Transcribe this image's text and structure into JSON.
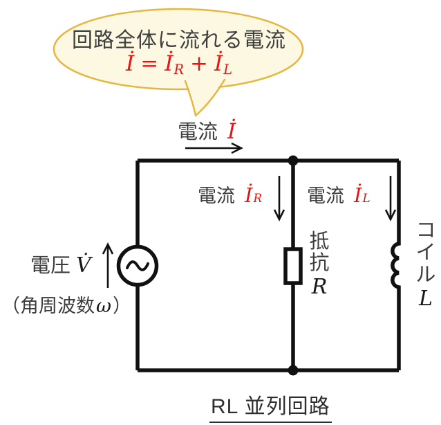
{
  "bubble": {
    "line1": "回路全体に流れる電流",
    "formula": {
      "term0": "İ",
      "eq": "=",
      "term1": "İ",
      "term1_sub": "R",
      "plus": "+",
      "term2": "İ",
      "term2_sub": "L"
    }
  },
  "labels": {
    "current_main": {
      "text": "電流",
      "symbol": "İ"
    },
    "current_r": {
      "text": "電流",
      "symbol": "İ",
      "sub": "R"
    },
    "current_l": {
      "text": "電流",
      "symbol": "İ",
      "sub": "L"
    },
    "voltage": {
      "text": "電圧",
      "symbol": "V̇"
    },
    "angular": {
      "prefix": "（角周波数",
      "symbol": "ω",
      "suffix": "）"
    },
    "resistor": {
      "chars": [
        "抵",
        "抗"
      ],
      "symbol": "R"
    },
    "coil": {
      "chars": [
        "コ",
        "イ",
        "ル"
      ],
      "symbol": "L"
    }
  },
  "caption": "RL 並列回路",
  "colors": {
    "formula_red": "#ee1111",
    "bubble_fill": "#fdf8e2",
    "bubble_border": "#e7b63e",
    "text_dark": "#3d3d3d",
    "wire_black": "#111111"
  }
}
